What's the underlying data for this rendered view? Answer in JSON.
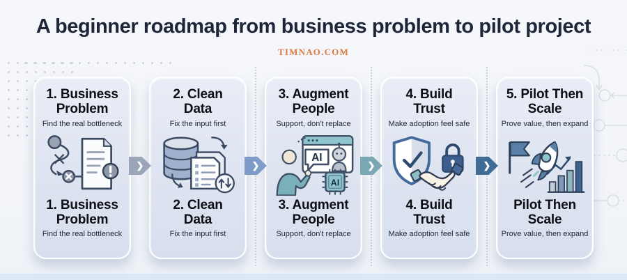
{
  "page": {
    "title": "A beginner roadmap from business problem to pilot project",
    "watermark": "TIMNAO.COM"
  },
  "colors": {
    "background": "#f3f5f8",
    "title_text": "#1d2638",
    "watermark_orange": "#dd7a40",
    "card_background": "#dfe5f1",
    "card_border": "#ffffff",
    "card_title_text": "#0c0e13",
    "icon_outline_navy": "#3b4a63",
    "icon_teal": "#8ec5cc",
    "icon_blue": "#5b80a8",
    "bottom_strip_blue": "#dce8f5"
  },
  "arrow_glyph": "❯",
  "arrows": [
    {
      "name": "arrow-1-2",
      "color": "#9aa6b8"
    },
    {
      "name": "arrow-2-3",
      "color": "#7d9cc7"
    },
    {
      "name": "arrow-3-4",
      "color": "#7ba7b5"
    },
    {
      "name": "arrow-4-5",
      "color": "#3f6b96"
    }
  ],
  "steps": [
    {
      "num": "1",
      "title_line1": "1. Business",
      "title_line2": "Problem",
      "subtitle": "Find the real bottleneck",
      "bottom_title_line1": "1. Business",
      "bottom_title_line2": "Problem",
      "bottom_subtitle": "Find the real bottleneck",
      "icon": "strategy-path-document-icon"
    },
    {
      "num": "2",
      "title_line1": "2. Clean",
      "title_line2": "Data",
      "subtitle": "Fix the input first",
      "bottom_title_line1": "2. Clean",
      "bottom_title_line2": "Data",
      "bottom_subtitle": "Fix the input first",
      "icon": "database-documents-sync-icon"
    },
    {
      "num": "3",
      "title_line1": "3. Augment",
      "title_line2": "People",
      "subtitle": "Support, don't replace",
      "bottom_title_line1": "3. Augment",
      "bottom_title_line2": "People",
      "bottom_subtitle": "Support, don't replace",
      "icon": "person-ai-chip-icon"
    },
    {
      "num": "4",
      "title_line1": "4. Build",
      "title_line2": "Trust",
      "subtitle": "Make adoption feel safe",
      "bottom_title_line1": "4. Build",
      "bottom_title_line2": "Trust",
      "bottom_subtitle": "Make adoption feel safe",
      "icon": "shield-lock-handshake-icon"
    },
    {
      "num": "5",
      "title_line1": "5. Pilot Then",
      "title_line2": "Scale",
      "subtitle": "Prove value, then expand",
      "bottom_title_line1": "Pilot Then",
      "bottom_title_line2": "Scale",
      "bottom_subtitle": "Prove value, then expand",
      "icon": "rocket-flag-growth-chart-icon"
    }
  ]
}
